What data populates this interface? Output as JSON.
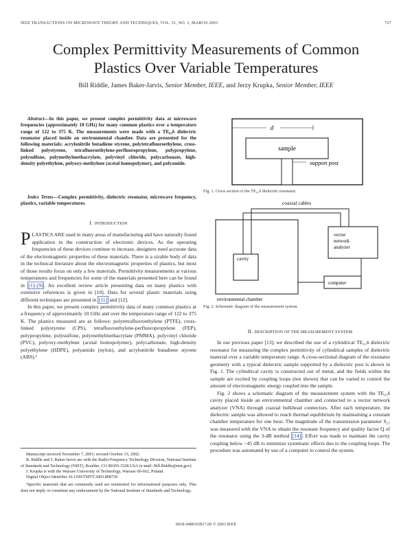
{
  "header": {
    "journal": "IEEE TRANSACTIONS ON MICROWAVE THEORY AND TECHNIQUES, VOL. 51, NO. 3, MARCH 2003",
    "page": "727"
  },
  "title_line1": "Complex Permittivity Measurements of Common",
  "title_line2": "Plastics Over Variable Temperatures",
  "authors": {
    "a1": "Bill Riddle, James Baker-Jarvis,",
    "a1_role": "Senior Member, IEEE",
    "a2": ", and Jerzy Krupka,",
    "a2_role": "Senior Member, IEEE"
  },
  "abstract": {
    "label": "Abstract",
    "text": "—In this paper, we present complex permittivity data at microwave frequencies (approximately 10 GHz) for many common plastics over a temperature range of 122 to 375 K. The measurements were made with a TE₀₁δ dielectric resonator placed inside an environmental chamber. Data are presented for the following materials: acrylonitrile butadiene styrene, polytetrafluoroethylene, cross-linked polystyrene, tetrafluoroethylene-perfluoropropylene, polypropylene, polysulfone, polymethylmethacrylate, polyvinyl chloride, polycarbonate, high-density polyethylene, polyoxy-methylene (acetal homopolymer), and polyamide."
  },
  "index_terms": {
    "label": "Index Terms",
    "text": "—Complex permittivity, dielectric resonator, microwave frequency, plastics, variable temperatures."
  },
  "section1": {
    "heading_num": "I.",
    "heading": "INTRODUCTION",
    "dropcap": "P",
    "p1_a": "LASTICS ARE used in many areas of manufacturing and have naturally found application in the construction of electronic devices. As the operating frequencies of these devices continue to increase, designers need accurate data of the electromagnetic properties of these materials. There is a sizable body of data in the technical literature about the electromagnetic properties of plastics, but most of those results focus on only a few materials. Permittivity measurements at various temperatures and frequencies for some of the materials presented here can be found in ",
    "p1_cite1": "[1]–[9]",
    "p1_b": ". An excellent review article presenting data on many plastics with extensive references is given in [10]. Data for several plastic materials using different techniques are presented in ",
    "p1_cite2": "[11]",
    "p1_c": " and [12].",
    "p2": "In this paper, we present complex permittivity data of many common plastics at a frequency of approximately 10 GHz and over the temperature range of 122 to 375 K. The plastics measured are as follows: polytetrafluoroethylene (PTFE), cross-linked polystyrene (CPS), tetrafluoroethylene-perfluoropropylene (FEP), polypropylene, polysulfone, polymethylmethacrylate (PMMA), polyvinyl chloride (PVC), polyoxy-methylene (acetal homopolymer), polycarbonate, high-density polyethylene (HDPE), polyamide (nylon), and acrylonitrile butadiene styrene (ABS).¹"
  },
  "footnotes": {
    "f1": "Manuscript received November 7, 2001; revised October 15, 2002.",
    "f2": "B. Riddle and J. Baker-Jarvis are with the Radio-Frequency Technology Division, National Institute of Standards and Technology (NIST), Boulder, CO 80305-3328 USA (e-mail: Bill.Riddle@nist.gov).",
    "f3": "J. Krupka is with the Warsaw University of Technology, Warsaw 00-662, Poland.",
    "f4": "Digital Object Identifier 10.1109/TMTT.2003.808730",
    "f5": "¹Specific materials that are commonly used are mentioned for informational purposes only. This does not imply or constitute any endorsement by the National Institute of Standards and Technology."
  },
  "figure1": {
    "label_d": "d",
    "label_sample": "sample",
    "label_post": "support post",
    "caption": "Fig. 1.   Cross section of the TE₀₁δ dielectric resonator."
  },
  "figure2": {
    "label_cables": "coaxial cables",
    "label_vna": [
      "vector",
      "network",
      "analyzer"
    ],
    "label_cavity": "cavity",
    "label_computer": "computer",
    "label_chamber": "environmental chamber",
    "caption": "Fig. 2.   Schematic diagram of the measurement system."
  },
  "section2": {
    "heading_num": "II.",
    "heading": "DESCRIPTION OF THE MEASUREMENT SYSTEM",
    "p1": "In our previous paper [13], we described the use of a cylindrical TE₀₁δ dielectric resonator for measuring the complex permittivity of cylindrical samples of dielectric material over a variable temperature range. A cross-sectional diagram of the resonator geometry with a typical dielectric sample supported by a dielectric post is shown in Fig. 1. The cylindrical cavity is constructed out of metal, and the fields within the sample are excited by coupling loops (not shown) that can be varied to control the amount of electromagnetic energy coupled into the sample.",
    "p2_a": "Fig. 2 shows a schematic diagram of the measurement system with the TE₀₁δ cavity placed inside an environmental chamber and connected to a vector network analyzer (VNA) through coaxial bulkhead connectors. After each temperature, the dielectric sample was allowed to reach thermal equilibrium by maintaining a constant chamber temperature for one hour. The magnitude of the transmission parameter S₂₁ was measured with the VNA to obtain the resonant frequency and quality factor Q of the resonator using the 3-dB method ",
    "p2_cite": "[14]",
    "p2_b": ". Effort was made to maintain the cavity coupling below −45 dB to minimize systematic effects due to the coupling loops. The procedure was automated by use of a computer to control the system."
  },
  "footer": "0018-9480/03$17.00 © 2003 IEEE"
}
